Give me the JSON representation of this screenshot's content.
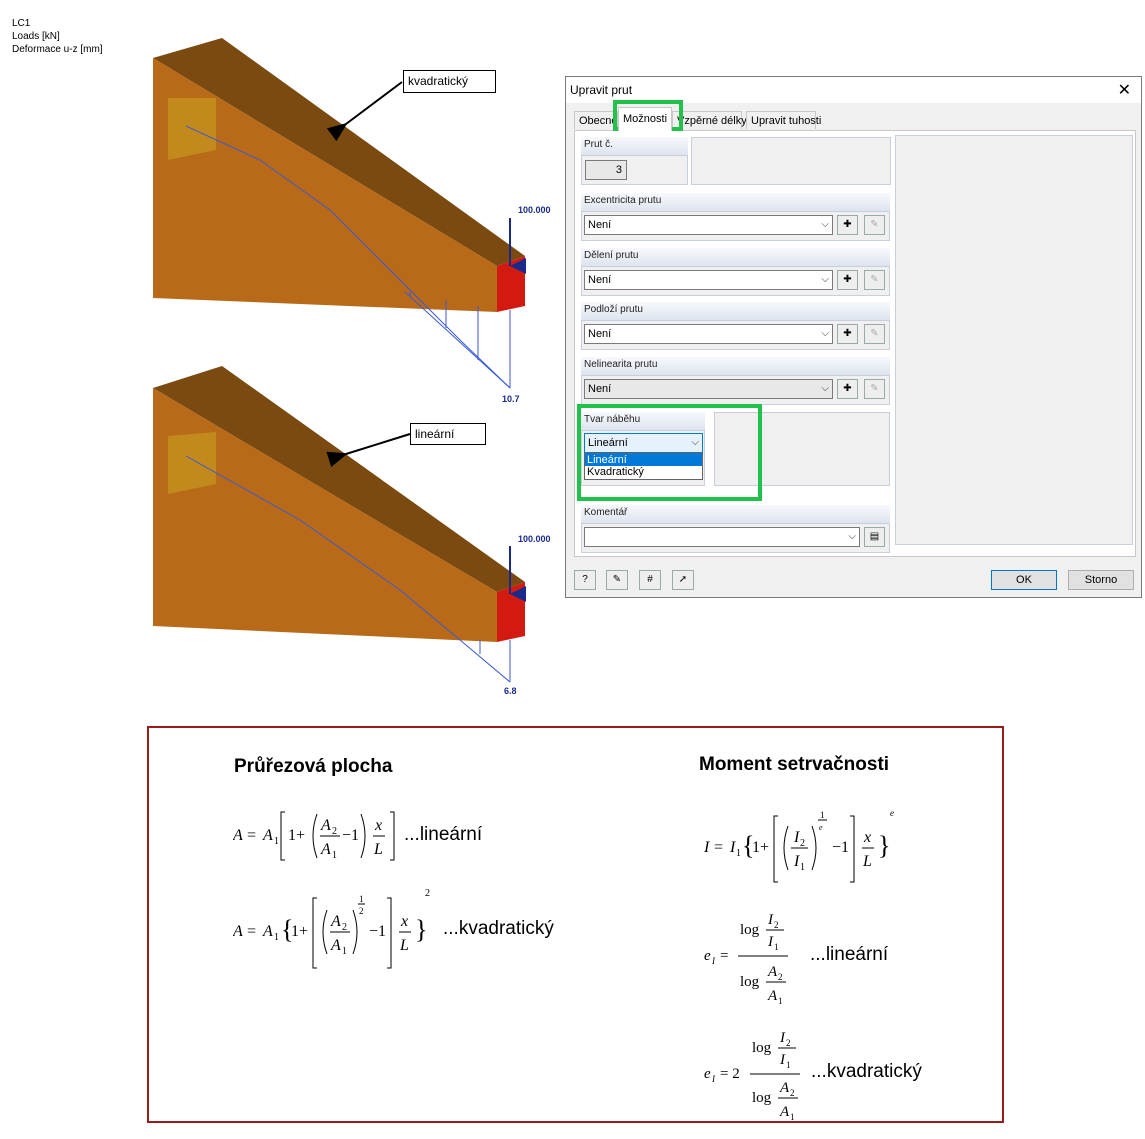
{
  "info": {
    "lines": [
      "LC1",
      "Loads [kN]",
      "Deformace  u-z [mm]"
    ]
  },
  "beams": [
    {
      "callout": "kvadratický",
      "load": "100.000",
      "deflection": "10.7"
    },
    {
      "callout": "lineární",
      "load": "100.000",
      "deflection": "6.8"
    }
  ],
  "dialog": {
    "title": "Upravit prut",
    "close": "✕",
    "tabs": [
      "Obecné",
      "Možnosti",
      "Vzpěrné délky",
      "Upravit tuhosti"
    ],
    "member_no": {
      "label": "Prut č.",
      "value": "3"
    },
    "groups": [
      {
        "label": "Excentricita prutu",
        "value": "Není"
      },
      {
        "label": "Dělení prutu",
        "value": "Není"
      },
      {
        "label": "Podloží prutu",
        "value": "Není"
      },
      {
        "label": "Nelinearita prutu",
        "value": "Není"
      }
    ],
    "taper": {
      "label": "Tvar náběhu",
      "value": "Lineární",
      "options": [
        "Lineární",
        "Kvadratický"
      ]
    },
    "comment": {
      "label": "Komentář",
      "value": ""
    },
    "ok": "OK",
    "cancel": "Storno",
    "colors": {
      "highlight": "#21c24b",
      "accent": "#0078d7"
    }
  },
  "formulas": {
    "left_title": "Průřezová plocha",
    "right_title": "Moment setrvačnosti",
    "linear": "...lineární",
    "quadratic": "...kvadratický",
    "linear2": "...lineární",
    "quadratic2": "...kvadratický",
    "border_color": "#9a1b1b"
  }
}
